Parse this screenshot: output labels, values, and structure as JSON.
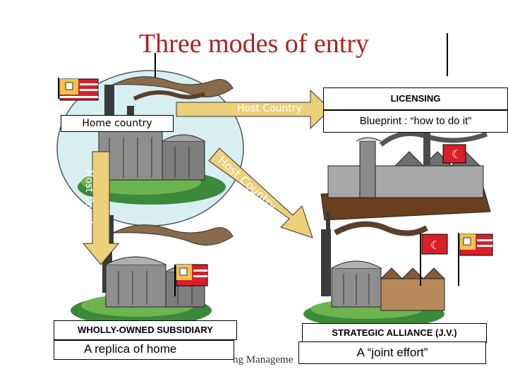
{
  "slide": {
    "title": "Three modes of entry",
    "footer_fragment": "ng Manageme"
  },
  "labels": {
    "home_country": "Home country",
    "licensing": "LICENSING",
    "blueprint": "Blueprint : “how to do it”",
    "wholly_owned": "WHOLLY-OWNED SUBSIDIARY",
    "replica": "A replica of home",
    "alliance": "STRATEGIC ALLIANCE (J.V.)",
    "joint_effort": "A “joint effort”"
  },
  "arrows": {
    "right": "Host Country",
    "down": "Host County",
    "diagonal": "Host Country"
  },
  "colors": {
    "title": "#b02020",
    "circle_fill": "#d8eff2",
    "arrow": "#ecd07a",
    "flag_red": "#d8202a"
  }
}
